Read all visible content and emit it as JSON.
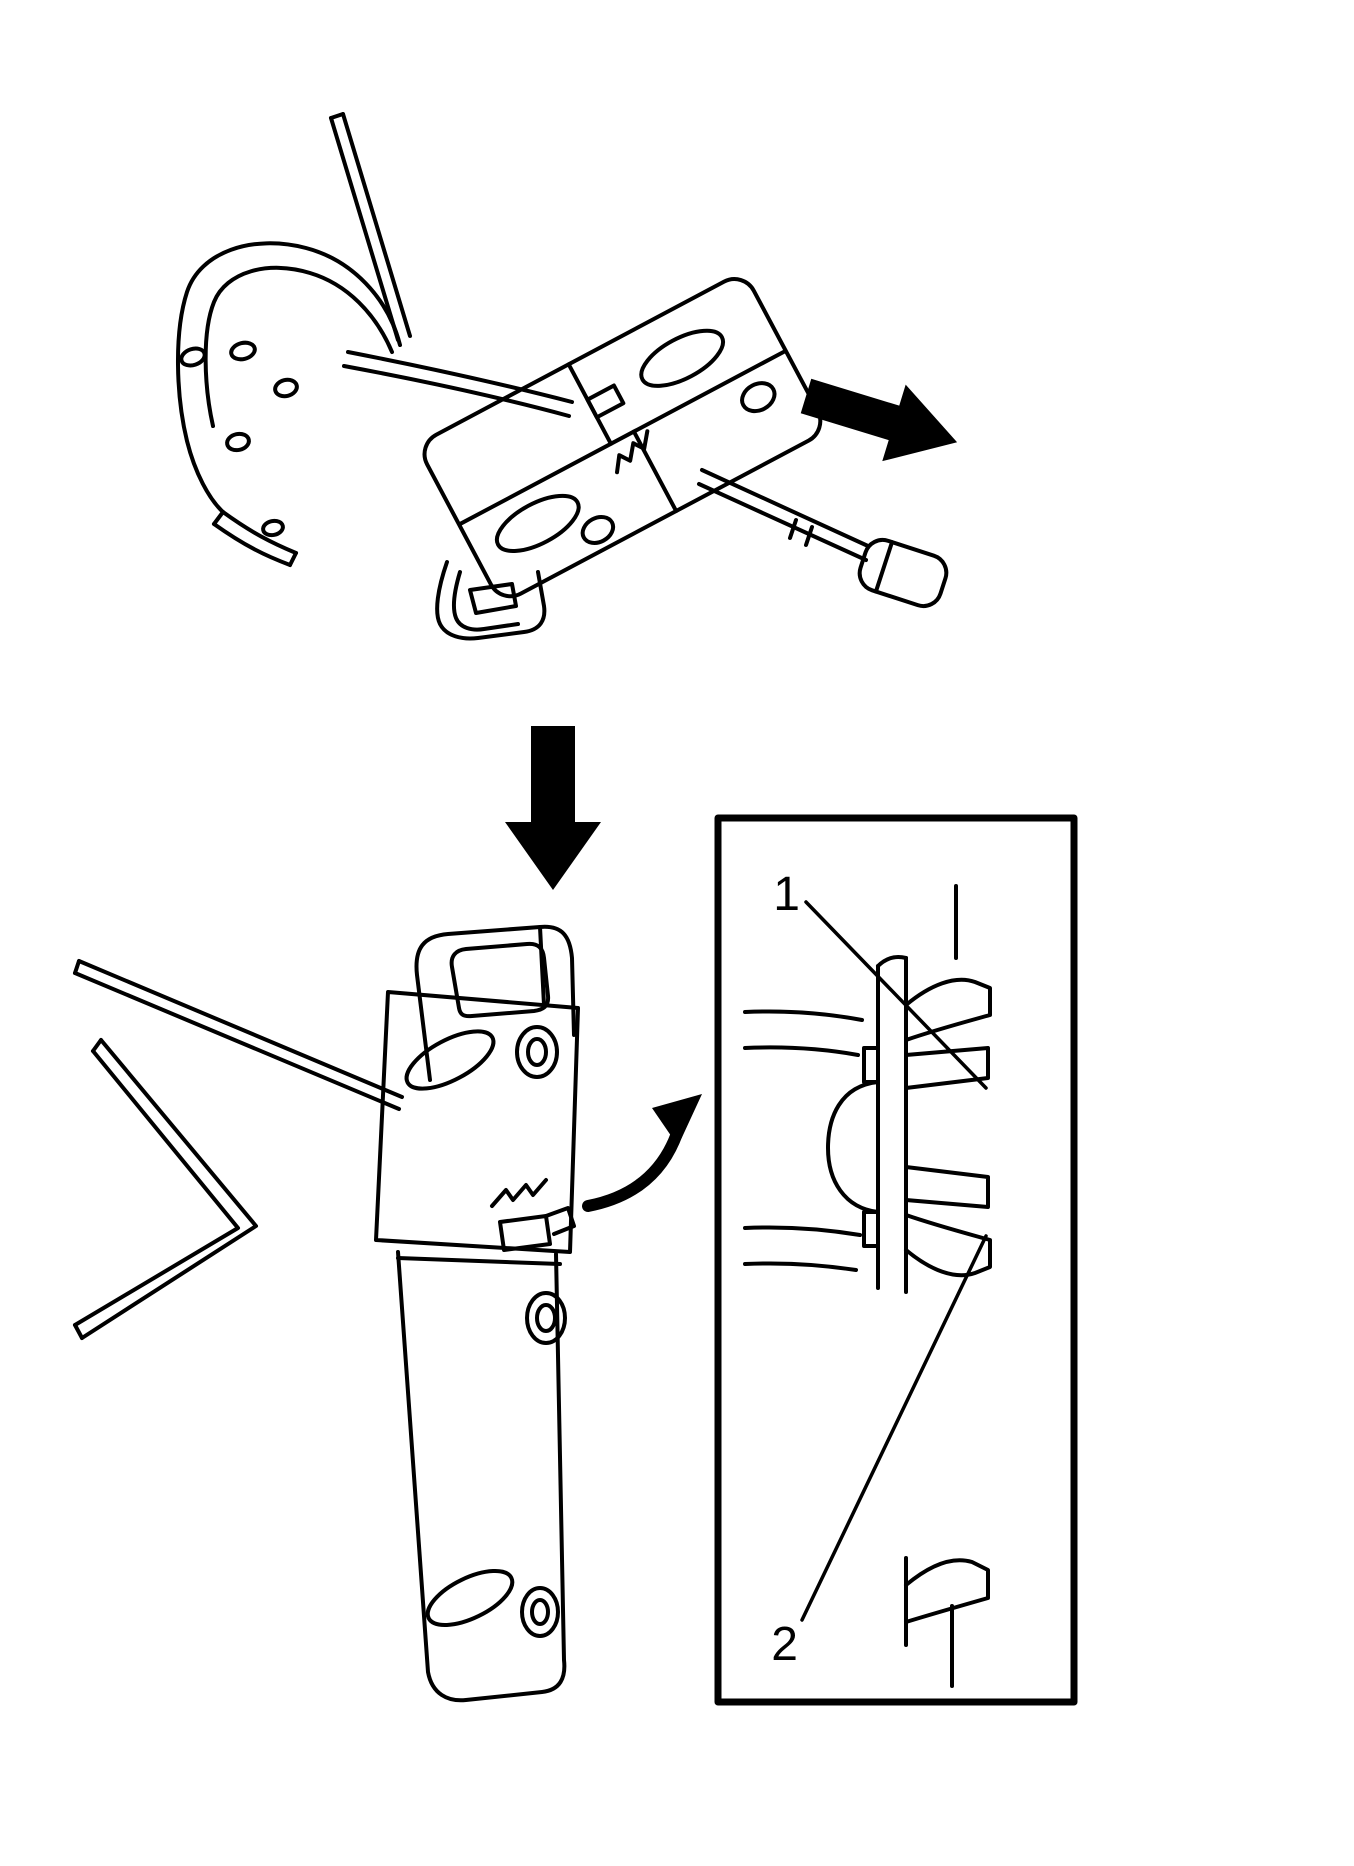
{
  "diagram": {
    "type": "technical-illustration",
    "description_visible_elements": "cable retainer bracket removal steps",
    "callouts": {
      "one": "1",
      "two": "2"
    },
    "arrows": [
      "right-direction-arrow",
      "down-step-arrow",
      "curved-detail-arrow"
    ],
    "colors": {
      "line": "#000000",
      "background": "#ffffff"
    }
  }
}
